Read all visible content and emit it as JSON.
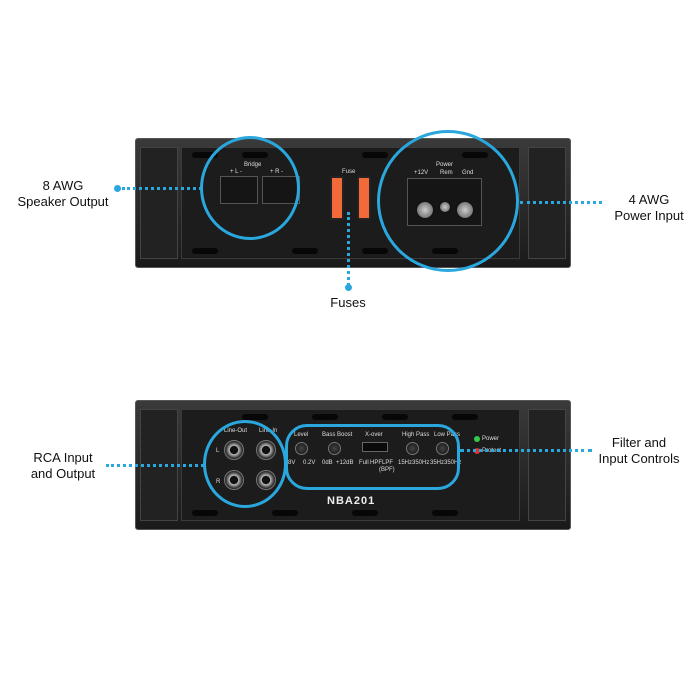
{
  "colors": {
    "accent": "#2aa7dd",
    "fuse": "#f26a3a",
    "power_led": "#35c948",
    "protect_led": "#e53030"
  },
  "top_view": {
    "callouts": {
      "speaker_line1": "8 AWG",
      "speaker_line2": "Speaker Output",
      "power_line1": "4 AWG",
      "power_line2": "Power Input",
      "fuses": "Fuses"
    },
    "labels": {
      "bridge": "Bridge",
      "left": "+ L -",
      "right": "+ R -",
      "fuse": "Fuse",
      "power": "Power",
      "plus12v": "+12V",
      "rem": "Rem",
      "gnd": "Gnd"
    }
  },
  "bottom_view": {
    "callouts": {
      "rca_line1": "RCA Input",
      "rca_line2": "and Output",
      "filter_line1": "Filter and",
      "filter_line2": "Input Controls"
    },
    "labels": {
      "line_out": "Line-Out",
      "line_in": "Line-In",
      "l": "L",
      "r": "R",
      "level": "Level",
      "level_min": "8V",
      "level_max": "0.2V",
      "bass_boost": "Bass Boost",
      "bass_min": "0dB",
      "bass_max": "+12dB",
      "xover": "X-over",
      "full": "Full",
      "hpf": "HPF",
      "lpf": "LPF",
      "bpf": "(BPF)",
      "high_pass": "High Pass",
      "hp_min": "15Hz",
      "hp_max": "350Hz",
      "low_pass": "Low Pass",
      "lp_min": "35Hz",
      "lp_max": "350Hz",
      "power": "Power",
      "protect": "Protect",
      "model": "NBA201"
    }
  }
}
